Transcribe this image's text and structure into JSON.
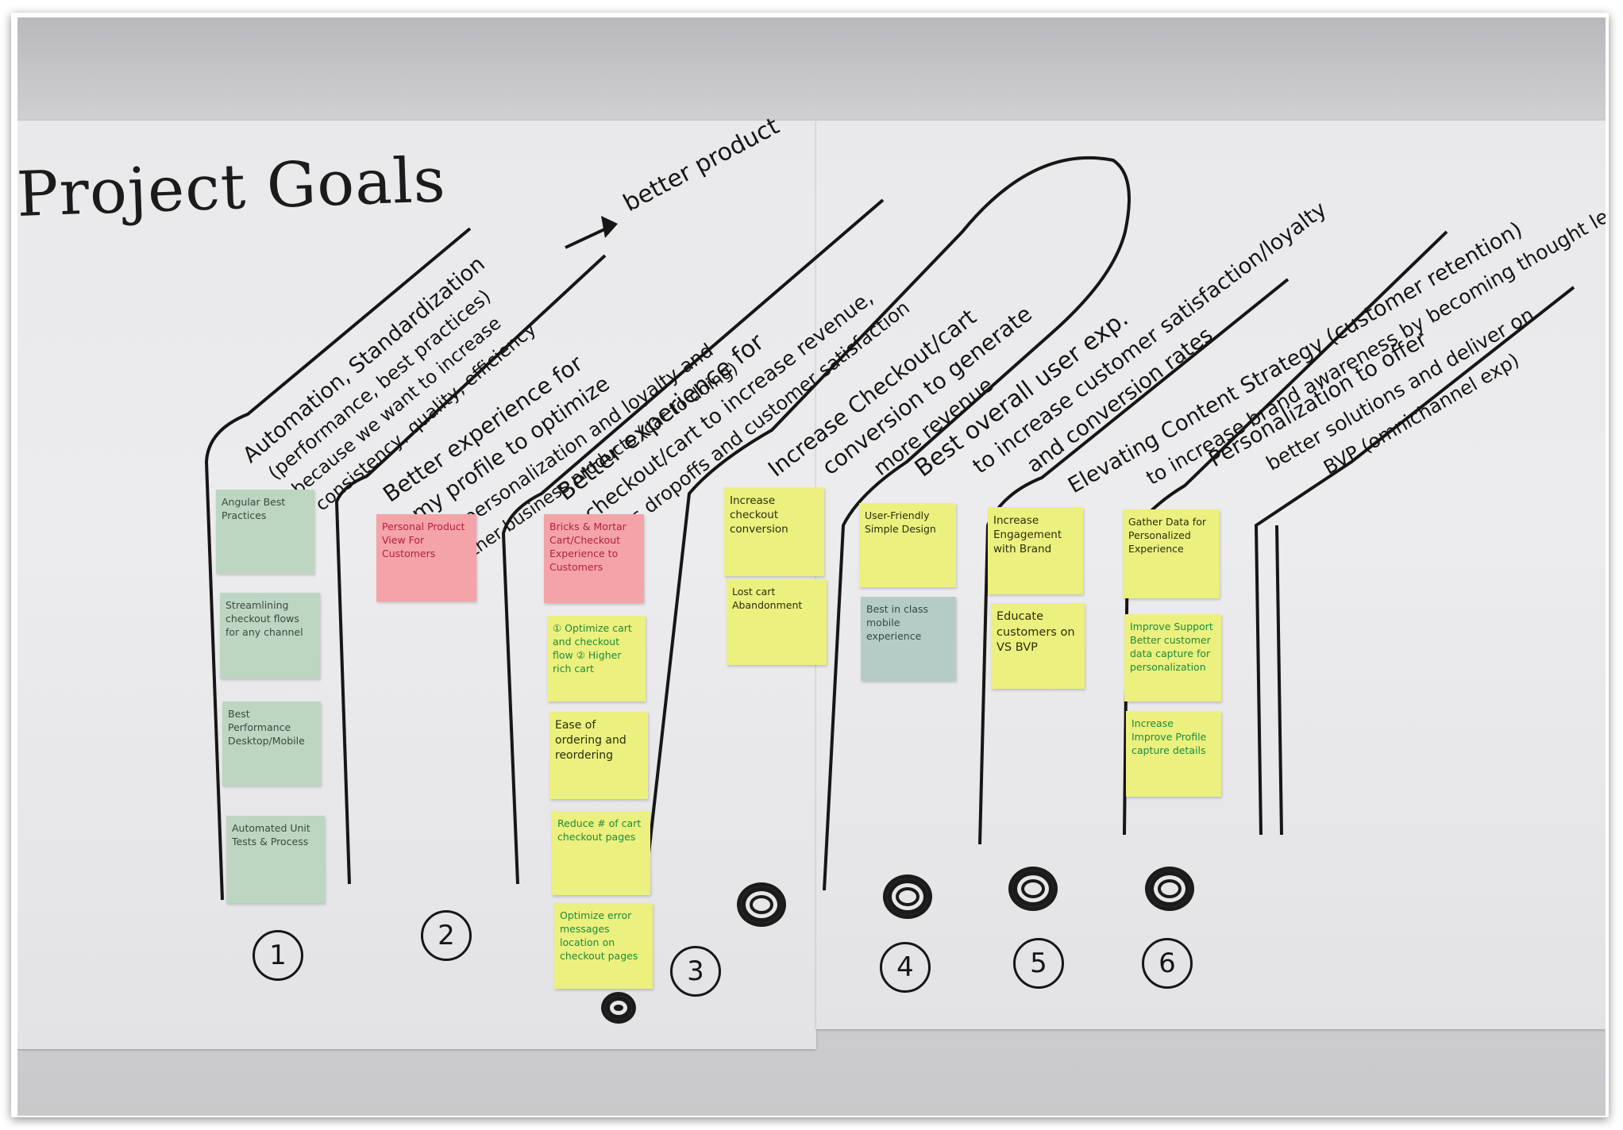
{
  "board": {
    "title": "Project Goals",
    "arrow_target": "better product"
  },
  "columns": [
    {
      "number": "1",
      "goal": [
        "Automation, Standardization",
        "(performance, best practices)",
        "because we want to increase",
        "consistency, quality, efficiency"
      ],
      "notes": [
        {
          "color": "green",
          "text": "Angular Best Practices"
        },
        {
          "color": "green",
          "text": "Streamlining checkout flows for any channel"
        },
        {
          "color": "green",
          "text": "Best Performance Desktop/Mobile"
        },
        {
          "color": "green",
          "text": "Automated Unit Tests & Process"
        }
      ]
    },
    {
      "number": "2",
      "goal": [
        "Better experience for",
        "my profile to optimize",
        "for personalization and loyalty and",
        "other business products (cat to doing)"
      ],
      "notes": [
        {
          "color": "pink",
          "text": "Personal Product View For Customers"
        }
      ]
    },
    {
      "number": "3",
      "goal": [
        "Better experience for",
        "checkout/cart to increase revenue,",
        "less dropoffs and customer satisfaction"
      ],
      "notes": [
        {
          "color": "pink",
          "text": "Bricks & Mortar Cart/Checkout Experience to Customers"
        },
        {
          "color": "yellow-green",
          "text": "① Optimize cart and checkout flow ② Higher rich cart"
        },
        {
          "color": "yellow",
          "text": "Ease of ordering and reordering"
        },
        {
          "color": "yellow-green",
          "text": "Reduce # of cart checkout pages"
        },
        {
          "color": "yellow-green",
          "text": "Optimize error messages location on checkout pages"
        }
      ]
    },
    {
      "number": "4",
      "goal": [
        "Increase Checkout/cart",
        "conversion to generate",
        "more revenue"
      ],
      "notes": [
        {
          "color": "yellow",
          "text": "Increase checkout conversion"
        },
        {
          "color": "yellow",
          "text": "Lost cart Abandonment"
        },
        {
          "color": "yellow",
          "text": "User-Friendly Simple Design"
        },
        {
          "color": "blue",
          "text": "Best in class mobile experience"
        }
      ]
    },
    {
      "number": "5",
      "goal": [
        "Best overall user exp.",
        "to increase customer satisfaction/loyalty",
        "and conversion rates"
      ],
      "notes": [
        {
          "color": "yellow",
          "text": "Increase Engagement with Brand"
        },
        {
          "color": "yellow",
          "text": "Educate customers on VS BVP"
        }
      ]
    },
    {
      "number": "6",
      "goal": [
        "Elevating Content Strategy (customer retention)",
        "to increase brand awareness by becoming thought leaders",
        "Personalization to offer",
        "better solutions and deliver on",
        "BVP (omnichannel exp)"
      ],
      "notes": [
        {
          "color": "yellow",
          "text": "Gather Data for Personalized Experience"
        },
        {
          "color": "yellow-green",
          "text": "Improve Support Better customer data capture for personalization"
        },
        {
          "color": "yellow-green",
          "text": "Increase Improve Profile capture details"
        }
      ]
    }
  ]
}
